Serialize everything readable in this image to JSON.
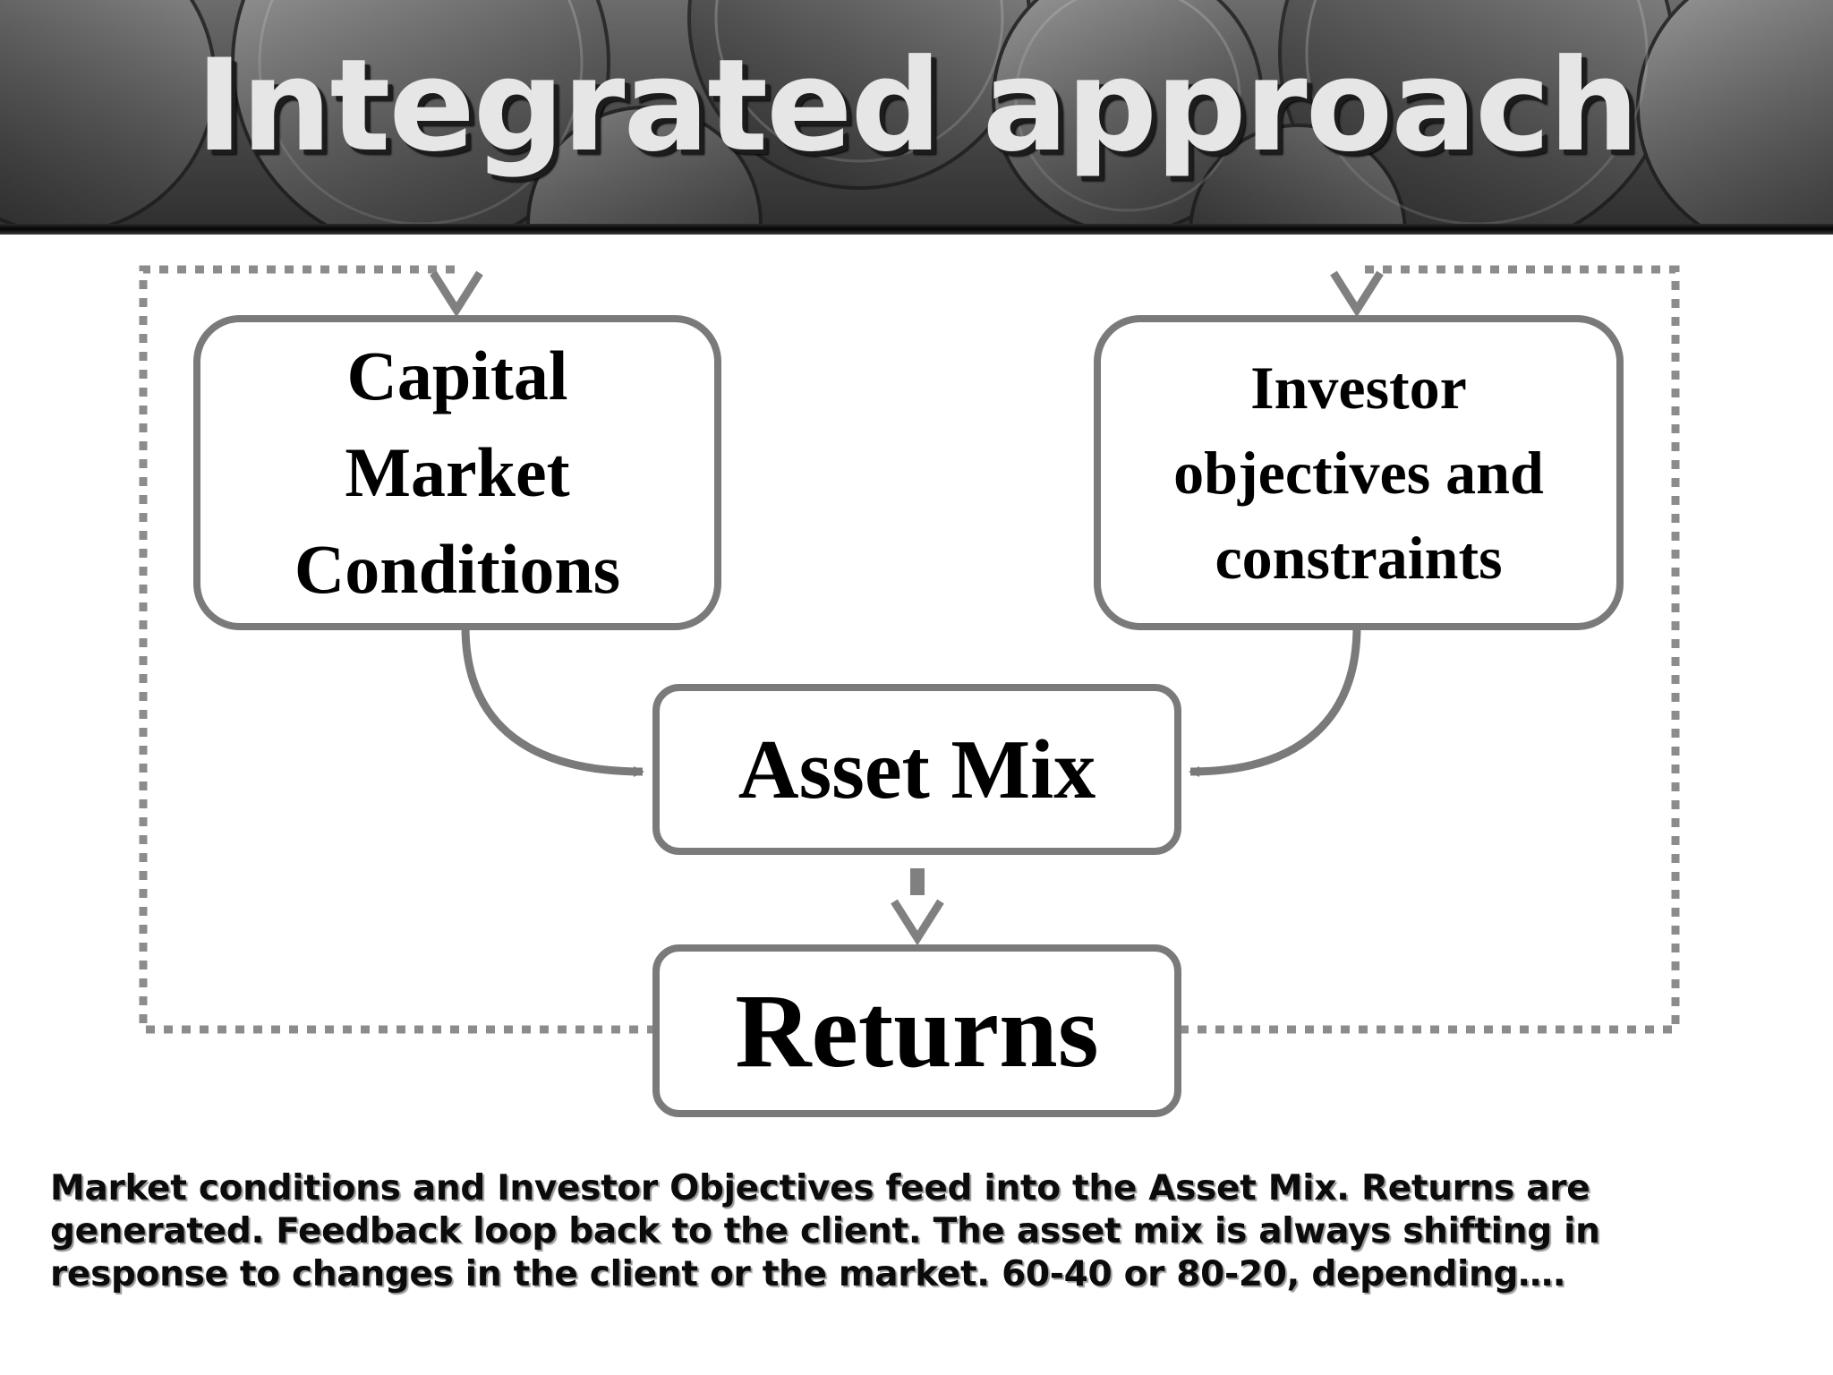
{
  "slide": {
    "title": "Integrated approach",
    "caption": "Market conditions and Investor Objectives feed into the Asset Mix. Returns are generated. Feedback loop back to the client. The asset mix is always shifting in response to changes in the client or the market.  60-40 or 80-20, depending…."
  },
  "diagram": {
    "nodes": {
      "capital_market": {
        "label_lines": [
          "Capital",
          "Market",
          "Conditions"
        ]
      },
      "investor_objectives": {
        "label_lines": [
          "Investor",
          "objectives and",
          "constraints"
        ]
      },
      "asset_mix": {
        "label": "Asset Mix"
      },
      "returns": {
        "label": "Returns"
      }
    },
    "edges": [
      {
        "from": "Capital Market Conditions",
        "to": "Asset Mix",
        "style": "solid"
      },
      {
        "from": "Investor objectives and constraints",
        "to": "Asset Mix",
        "style": "solid"
      },
      {
        "from": "Asset Mix",
        "to": "Returns",
        "style": "dashed"
      },
      {
        "from": "Returns",
        "to": "Capital Market Conditions",
        "style": "dashed",
        "role": "feedback"
      },
      {
        "from": "Returns",
        "to": "Investor objectives and constraints",
        "style": "dashed",
        "role": "feedback"
      }
    ],
    "colors": {
      "box_stroke": "#7a7a7a",
      "arrow": "#7a7a7a",
      "dotted": "#8c8c8c",
      "text": "#000000"
    }
  }
}
